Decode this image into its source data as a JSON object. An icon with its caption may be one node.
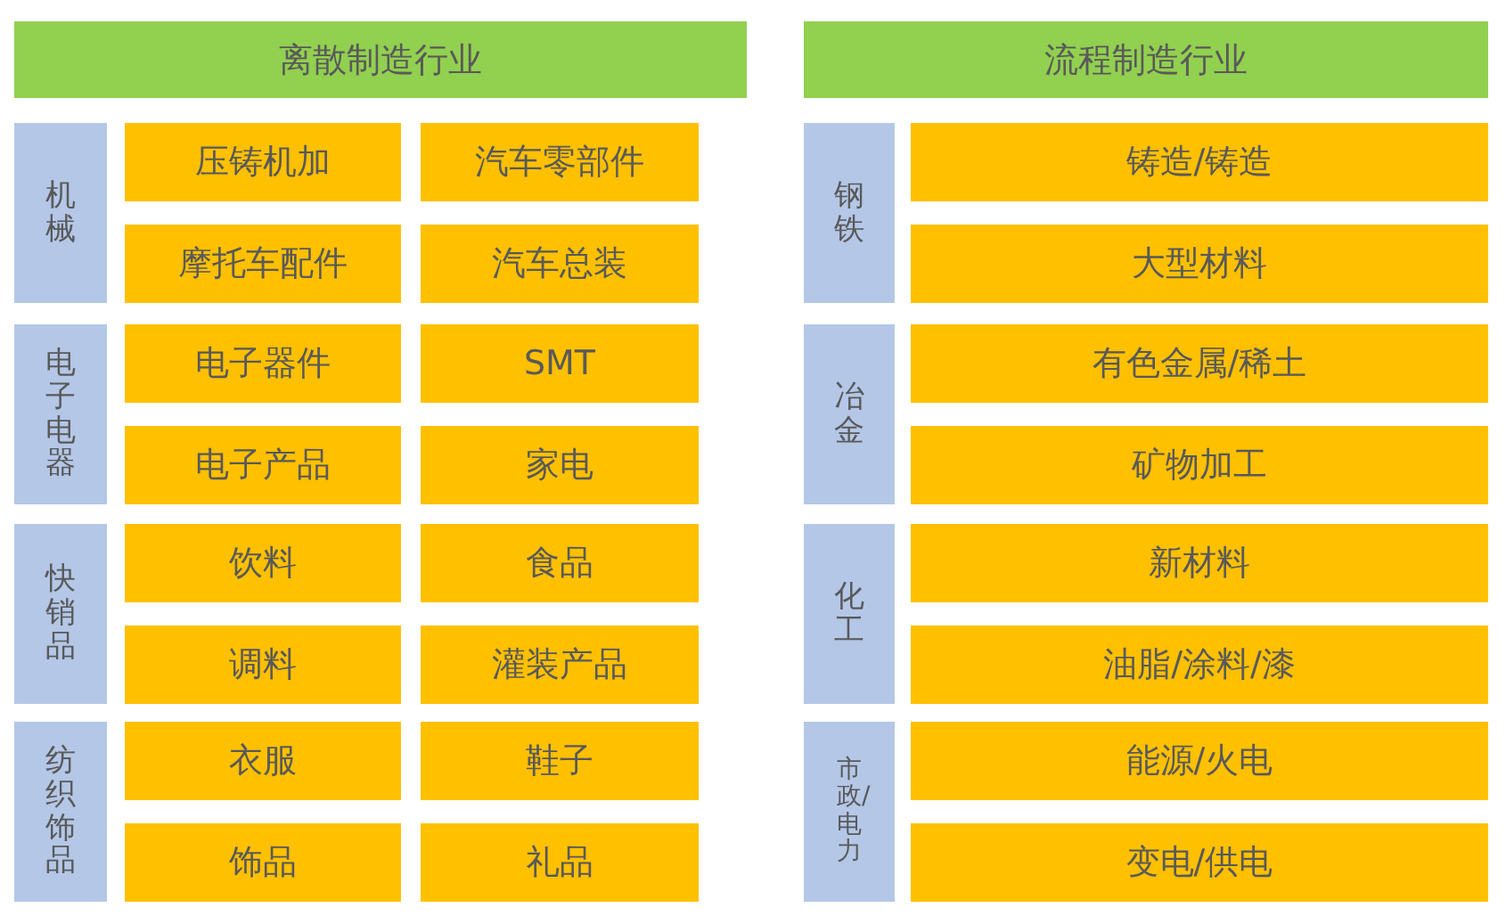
{
  "diagram": {
    "nodes": [
      {
        "text": [
          "离散制造行业"
        ]
      },
      {
        "text": [
          "机械"
        ]
      },
      {
        "text": [
          "压铸机加"
        ]
      },
      {
        "text": [
          "汽车零部件"
        ]
      },
      {
        "text": [
          "摩托车配件"
        ]
      },
      {
        "text": [
          "汽车总装"
        ]
      },
      {
        "text": [
          "电子电器"
        ]
      },
      {
        "text": [
          "电子器件"
        ]
      },
      {
        "text": [
          "SMT"
        ]
      },
      {
        "text": [
          "电子产品"
        ]
      },
      {
        "text": [
          "家电"
        ]
      },
      {
        "text": [
          "快销品"
        ]
      },
      {
        "text": [
          "饮料"
        ]
      },
      {
        "text": [
          "食品"
        ]
      },
      {
        "text": [
          "调料"
        ]
      },
      {
        "text": [
          "灌装产品"
        ]
      },
      {
        "text": [
          "纺织饰品"
        ]
      },
      {
        "text": [
          "衣服"
        ]
      },
      {
        "text": [
          "鞋子"
        ]
      },
      {
        "text": [
          "饰品"
        ]
      },
      {
        "text": [
          "礼品"
        ]
      },
      {
        "text": [
          "流程制造行业"
        ]
      },
      {
        "text": [
          "钢铁"
        ]
      },
      {
        "text": [
          "铸造/铸造"
        ]
      },
      {
        "text": [
          "大型材料"
        ]
      },
      {
        "text": [
          "冶金"
        ]
      },
      {
        "text": [
          "有色金属/稀土"
        ]
      },
      {
        "text": [
          "矿物加工"
        ]
      },
      {
        "text": [
          "化工"
        ]
      },
      {
        "text": [
          "新材料"
        ]
      },
      {
        "text": [
          "油脂/涂料/漆"
        ]
      },
      {
        "text": [
          "市政/电力"
        ]
      },
      {
        "text": [
          "能源/火电"
        ]
      },
      {
        "text": [
          "变电/供电"
        ]
      }
    ]
  }
}
